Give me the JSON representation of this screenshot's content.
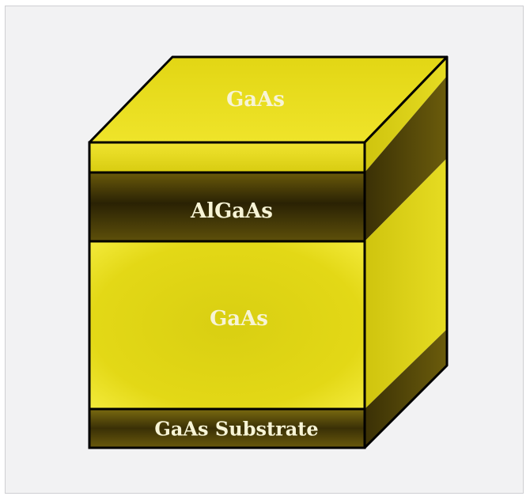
{
  "diagram": {
    "layers": [
      {
        "id": "top-gaas",
        "label": "GaAs"
      },
      {
        "id": "algaas",
        "label": "AlGaAs"
      },
      {
        "id": "middle-gaas",
        "label": "GaAs"
      },
      {
        "id": "substrate",
        "label": "GaAs Substrate"
      }
    ],
    "colors": {
      "yellow": "#e8dc1a",
      "dark": "#3a3005",
      "outline": "#000000",
      "frame_bg": "#f2f2f3"
    }
  }
}
